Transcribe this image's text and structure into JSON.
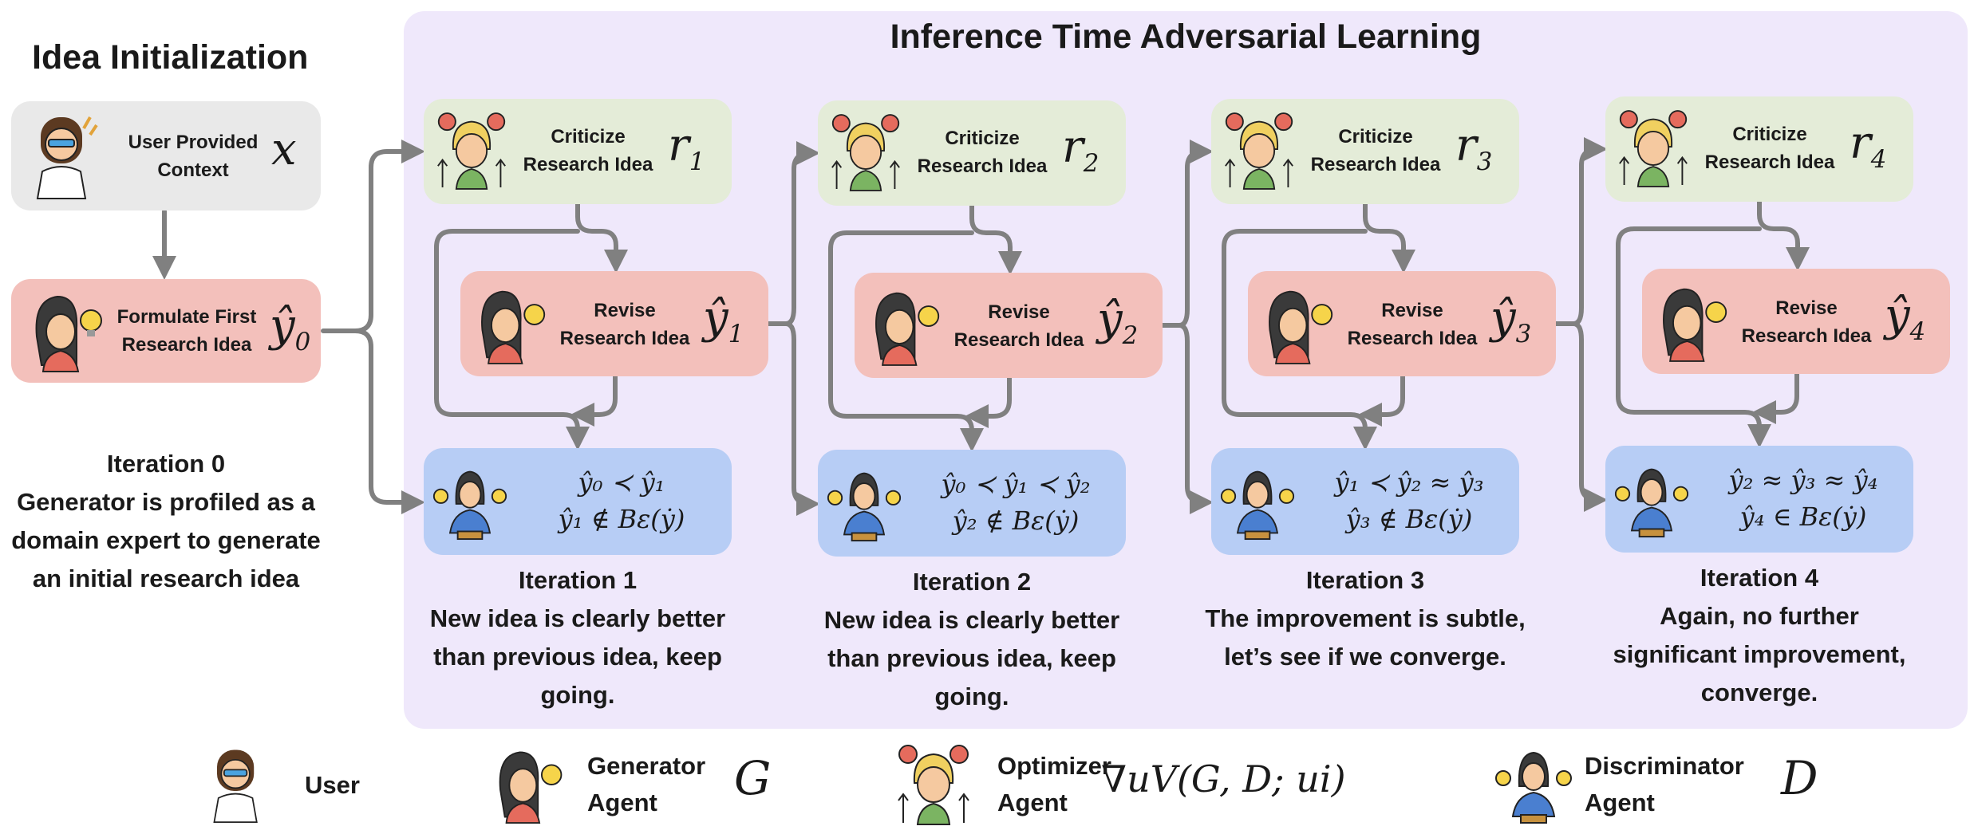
{
  "header": {
    "left_title": "Idea Initialization",
    "main_title": "Inference Time Adversarial Learning"
  },
  "init": {
    "user_box": {
      "label": "User Provided Context",
      "symbol": "x"
    },
    "generator_box": {
      "label": "Formulate First Research Idea",
      "symbol": "ŷ",
      "subscript": "0"
    },
    "caption_title": "Iteration 0",
    "caption_text": "Generator is profiled as a domain expert to generate an initial research idea"
  },
  "iterations": [
    {
      "criticize": {
        "label": "Criticize Research Idea",
        "symbol": "r",
        "subscript": "1"
      },
      "revise": {
        "label": "Revise Research Idea",
        "symbol": "ŷ",
        "subscript": "1"
      },
      "disc_line1": "ŷ₀ ≺ ŷ₁",
      "disc_line2": "ŷ₁ ∉ Bε(ẏ)",
      "caption_title": "Iteration 1",
      "caption_text": "New idea is clearly better than previous idea, keep going."
    },
    {
      "criticize": {
        "label": "Criticize Research Idea",
        "symbol": "r",
        "subscript": "2"
      },
      "revise": {
        "label": "Revise Research Idea",
        "symbol": "ŷ",
        "subscript": "2"
      },
      "disc_line1": "ŷ₀ ≺ ŷ₁ ≺ ŷ₂",
      "disc_line2": "ŷ₂ ∉ Bε(ẏ)",
      "caption_title": "Iteration 2",
      "caption_text": "New idea is clearly better than previous idea, keep going."
    },
    {
      "criticize": {
        "label": "Criticize Research Idea",
        "symbol": "r",
        "subscript": "3"
      },
      "revise": {
        "label": "Revise Research Idea",
        "symbol": "ŷ",
        "subscript": "3"
      },
      "disc_line1": "ŷ₁ ≺ ŷ₂ ≈ ŷ₃",
      "disc_line2": "ŷ₃ ∉ Bε(ẏ)",
      "caption_title": "Iteration 3",
      "caption_text": "The improvement is subtle, let’s see if we converge."
    },
    {
      "criticize": {
        "label": "Criticize Research Idea",
        "symbol": "r",
        "subscript": "4"
      },
      "revise": {
        "label": "Revise Research Idea",
        "symbol": "ŷ",
        "subscript": "4"
      },
      "disc_line1": "ŷ₂ ≈ ŷ₃ ≈ ŷ₄",
      "disc_line2": "ŷ₄ ∈ Bε(ẏ)",
      "caption_title": "Iteration 4",
      "caption_text": "Again, no further significant improvement, converge."
    }
  ],
  "legend": {
    "user": {
      "label": "User",
      "icon": "user-icon"
    },
    "generator": {
      "label": "Generator Agent",
      "symbol": "G",
      "icon": "generator-agent-icon"
    },
    "optimizer": {
      "label": "Optimizer Agent",
      "symbol": "∇uV(G, D; ui)",
      "icon": "optimizer-agent-icon"
    },
    "discriminator": {
      "label": "Discriminator Agent",
      "symbol": "D",
      "icon": "discriminator-agent-icon"
    }
  },
  "colors": {
    "panel": "#efe8fb",
    "user_box": "#e9e9e9",
    "criticize_box": "#e4ecd8",
    "revise_box": "#f3c0bb",
    "discriminator_box": "#b7cdf5",
    "arrow": "#808080"
  }
}
